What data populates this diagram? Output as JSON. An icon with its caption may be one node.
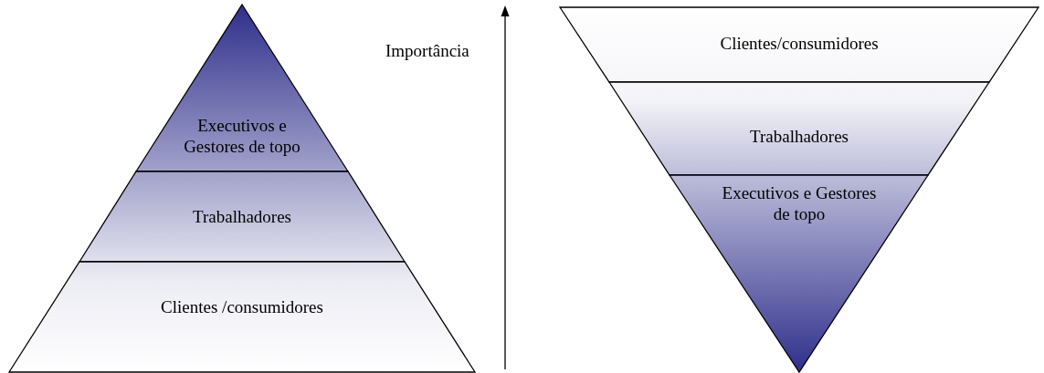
{
  "diagram": {
    "nodes": [
      {
        "text": [
          "Executivos e Gestores de topo"
        ]
      },
      {
        "text": [
          "Trabalhadores"
        ]
      },
      {
        "text": [
          "Clientes /consumidores"
        ]
      },
      {
        "text": [
          "Clientes/consumidores"
        ]
      },
      {
        "text": [
          "Trabalhadores"
        ]
      },
      {
        "text": [
          "Executivos e Gestores de topo"
        ]
      }
    ],
    "labels": [
      "Importância"
    ]
  }
}
